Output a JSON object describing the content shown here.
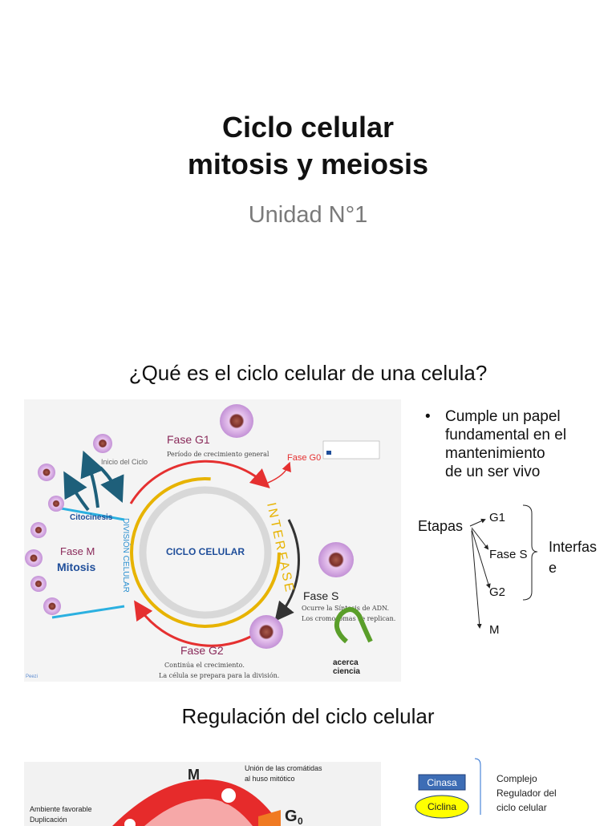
{
  "slide1": {
    "title_line1": "Ciclo celular",
    "title_line2": "mitosis y meiosis",
    "subtitle": "Unidad N°1"
  },
  "slide2": {
    "title": "¿Qué es el ciclo celular de una celula?",
    "bullet_symbol": "•",
    "bullet_lines": [
      "Cumple un papel",
      "fundamental en el",
      "mantenimiento",
      "de un ser vivo"
    ],
    "diagram": {
      "center_label": "CICLO CELULAR",
      "interfase_label": "INTERFASE",
      "division_label": "DIVISIÓN CELULAR",
      "g1_title": "Fase G1",
      "g1_desc": "Período de crecimiento general",
      "g0_title": "Fase G0",
      "s_title": "Fase S",
      "s_desc1": "Ocurre la Síntesis de ADN.",
      "s_desc2": "Los cromosomas se replican.",
      "g2_title": "Fase G2",
      "g2_desc1": "Continúa el crecimiento.",
      "g2_desc2": "La célula se prepara para la división.",
      "m_title": "Fase M",
      "m_subtitle": "Mitosis",
      "citocinesis": "Citocinesis",
      "inicio": "Inicio del Ciclo",
      "logo_line1": "acerca",
      "logo_line2": "ciencia",
      "watermark": "Peezi"
    },
    "etapas": {
      "label": "Etapas",
      "g1": "G1",
      "fase_s": "Fase S",
      "g2": "G2",
      "m": "M",
      "interfase_1": "Interfas",
      "interfase_2": "e"
    }
  },
  "slide3": {
    "title": "Regulación del ciclo celular",
    "m_label": "M",
    "g0_label": "G",
    "g0_sub": "0",
    "union_1": "Unión de las cromátidas",
    "union_2": "al huso mitótico",
    "ambiente_1": "Ambiente favorable",
    "ambiente_2": "Duplicación",
    "cinasa": "Cinasa",
    "ciclina": "Ciclina",
    "complejo_1": "Complejo",
    "complejo_2": "Regulador del",
    "complejo_3": "ciclo celular"
  },
  "colors": {
    "purple_label": "#8a2a5a",
    "blue_label": "#1f4e9a",
    "interfase_gold": "#e7b300",
    "arrow_red": "#e53030",
    "cinasa_box": "#3d6db5",
    "ciclina_fill": "#ffff00",
    "logo_green": "#5a9e2a"
  }
}
